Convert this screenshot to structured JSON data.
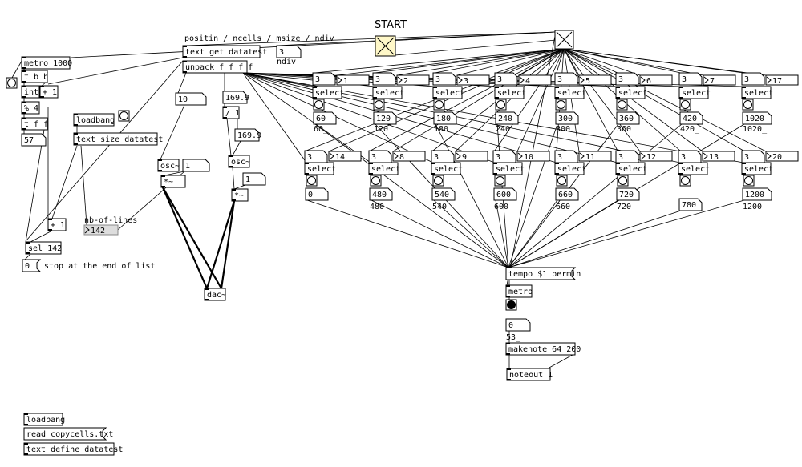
{
  "canvas": {
    "title": "START"
  },
  "controls": {
    "metro": "metro 1000",
    "trigger": "t b b",
    "int": "int",
    "plus_one": "+ 1",
    "mod": "% 4",
    "tff": "t f f",
    "counter_value": "57",
    "loadbang_top": "loadbang",
    "text_size": "text size datatest",
    "plus_one_b": "+ 1",
    "nb_of_lines_label": "nb-of-lines",
    "nb_of_lines_value": "142",
    "sel": "sel 142",
    "stop_value": "0",
    "stop_comment": "stop at the end of list"
  },
  "header": {
    "comment": "positin / ncells / msize / ndiv",
    "text_get": "text get datatest",
    "ndiv_value": "3",
    "ndiv_label": "ndiv_",
    "unpack": "unpack f f f f"
  },
  "synth": {
    "num_10": "10",
    "num_169": "169.9",
    "div": "/ 1",
    "num_169b": "169.9",
    "osc_left": "osc~",
    "osc_right": "osc~",
    "num_1_left": "1",
    "num_1_right": "1",
    "mul_left": "*~",
    "mul_right": "*~",
    "dac": "dac~"
  },
  "row1": [
    {
      "select": "select",
      "n": "3",
      "k": "1",
      "val": "60",
      "out": "60_"
    },
    {
      "select": "select",
      "n": "3",
      "k": "2",
      "val": "120",
      "out": "120"
    },
    {
      "select": "select",
      "n": "3",
      "k": "3",
      "val": "180",
      "out": "180"
    },
    {
      "select": "select",
      "n": "3",
      "k": "4",
      "val": "240",
      "out": "240"
    },
    {
      "select": "select",
      "n": "3",
      "k": "5",
      "val": "300",
      "out": "300"
    },
    {
      "select": "select",
      "n": "3",
      "k": "6",
      "val": "360",
      "out": "360"
    },
    {
      "select": "select",
      "n": "3",
      "k": "7",
      "val": "420",
      "out": "420_"
    },
    {
      "select": "select",
      "n": "3",
      "k": "17",
      "val": "1020",
      "out": "1020_"
    }
  ],
  "row2": [
    {
      "select": "select",
      "n": "3",
      "k": "14",
      "val": "0",
      "out": ""
    },
    {
      "select": "select",
      "n": "3",
      "k": "8",
      "val": "480",
      "out": "480_"
    },
    {
      "select": "select",
      "n": "3",
      "k": "9",
      "val": "540",
      "out": "540"
    },
    {
      "select": "select",
      "n": "3",
      "k": "10",
      "val": "600",
      "out": "600_"
    },
    {
      "select": "select",
      "n": "3",
      "k": "11",
      "val": "660",
      "out": "660_"
    },
    {
      "select": "select",
      "n": "3",
      "k": "12",
      "val": "720",
      "out": "720_"
    },
    {
      "select": "select",
      "n": "3",
      "k": "13",
      "val": "780",
      "out": ""
    },
    {
      "select": "select",
      "n": "3",
      "k": "20",
      "val": "1200",
      "out": "1200_"
    }
  ],
  "midi": {
    "tempo": "tempo $1 permin",
    "metro": "metro",
    "count": "0",
    "count_out": "53_",
    "makenote": "makenote 64 200",
    "noteout": "noteout 1"
  },
  "loader": {
    "loadbang": "loadbang",
    "read": "read copycells.txt",
    "define": "text define datatest"
  }
}
